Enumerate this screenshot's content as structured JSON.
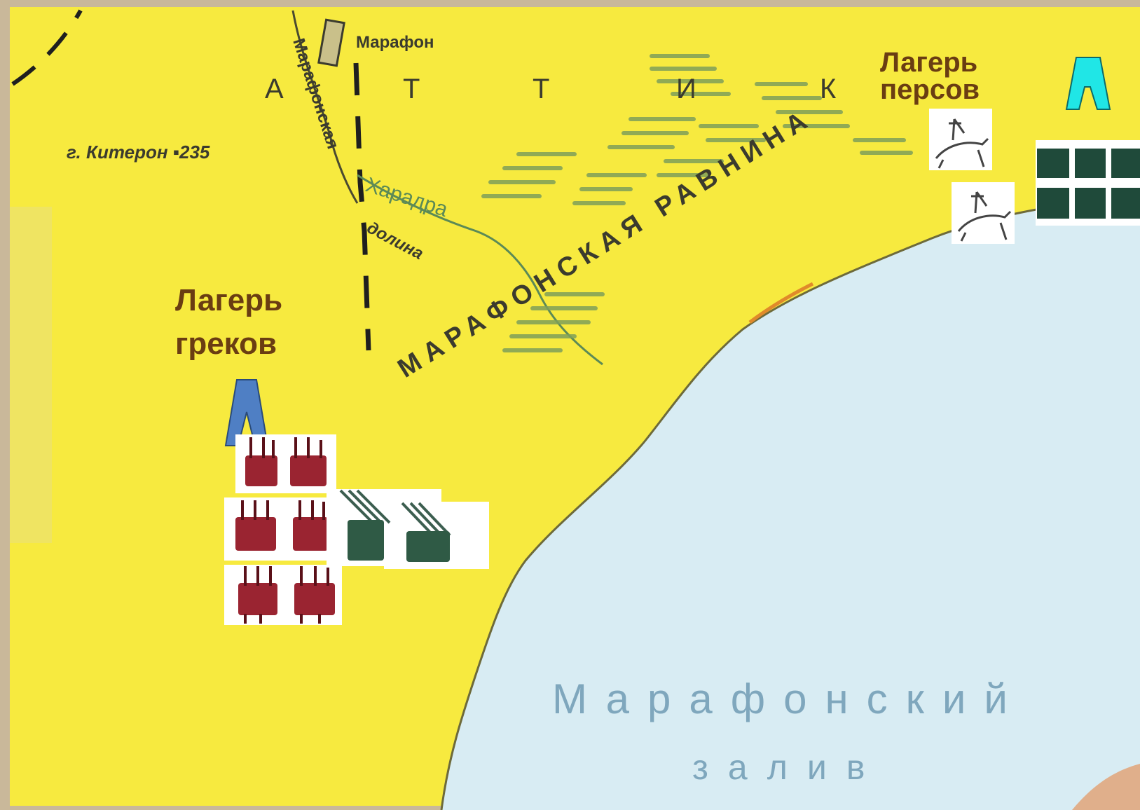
{
  "map": {
    "region_label_letters": [
      "А",
      "Т",
      "Т",
      "И",
      "К"
    ],
    "places": {
      "marathon": "Марафон",
      "kiteron": "г. Китерон ▪235",
      "charadra": "Харадра",
      "marathon_valley_1": "Марафонская",
      "marathon_valley_2": "долина",
      "plain": "МАРАФОНСКАЯ РАВНИНА",
      "bay_1": "Марафонский",
      "bay_2": "залив"
    },
    "camps": {
      "greek": {
        "line1": "Лагерь",
        "line2": "греков"
      },
      "persian": {
        "line1": "Лагерь",
        "line2": "персов"
      }
    },
    "colors": {
      "land": "#f7ea3f",
      "sea": "#d8ecf3",
      "frame": "#c9b89a",
      "label_brown": "#6a3d12",
      "map_ink": "#3b3b2e",
      "marsh_green": "#7fa05a",
      "greek_infantry": "#9a2431",
      "allied_infantry": "#2f5a45",
      "greek_tent": "#4f7fc4",
      "persian_tent": "#20e6e6",
      "persian_infantry": "#1f4a3a"
    },
    "icons": {
      "greek_tent": "tent-icon",
      "persian_tent": "tent-icon",
      "cavalry": "horse-archer-icon",
      "infantry": "soldier-group-icon"
    }
  }
}
